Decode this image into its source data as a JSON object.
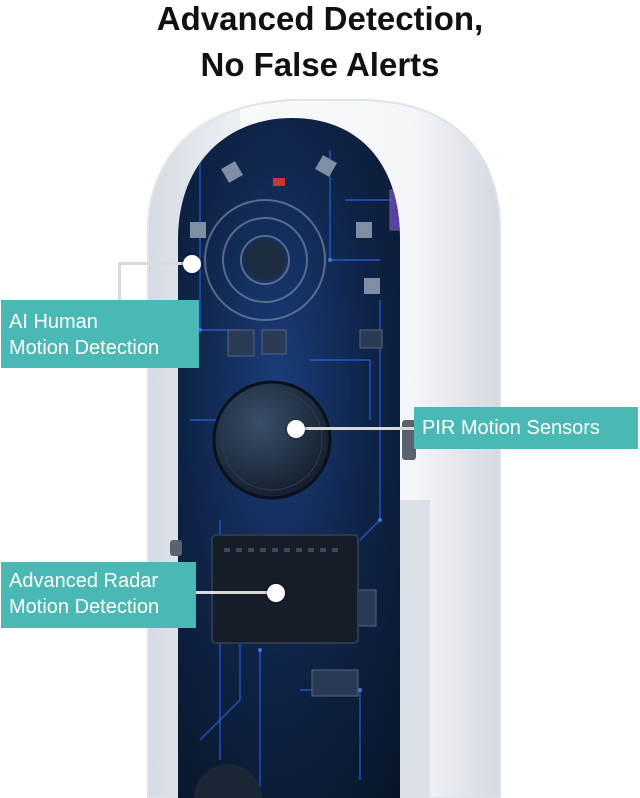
{
  "headline": {
    "line1": "Advanced Detection,",
    "line2": "No False Alerts"
  },
  "callouts": {
    "ai_human": {
      "line1": "AI Human",
      "line2": "Motion Detection"
    },
    "pir": {
      "label": "PIR Motion Sensors"
    },
    "radar": {
      "line1": "Advanced Radar",
      "line2": "Motion Detection"
    }
  },
  "colors": {
    "callout_bg": "#4ab8b4",
    "callout_text": "#ffffff",
    "device_shell": "#eef2f6",
    "circuit_board": "#0c1b30",
    "circuit_glow": "#2f6bff"
  }
}
